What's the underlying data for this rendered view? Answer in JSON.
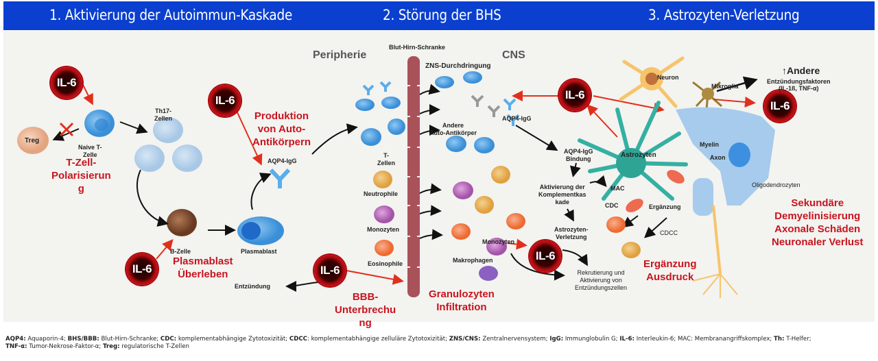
{
  "header": {
    "steps": [
      "1. Aktivierung der Autoimmun-Kaskade",
      "2. Störung der BHS",
      "3. Astrozyten-Verletzung"
    ]
  },
  "regions": {
    "periphery": "Peripherie",
    "cns": "CNS",
    "barrier": "Blut-Hirn-Schranke"
  },
  "il6_label": "IL-6",
  "cells": {
    "treg": "Treg",
    "naive_t": "Naive T-\nZelle",
    "th17": "Th17-\nZellen",
    "b_cell": "B-Zelle",
    "plasmablast": "Plasmablast",
    "aqp4_igg_left": "AQP4-IgG",
    "inflammation": "Entzündung",
    "t_cells": "T-\nZellen",
    "neutrophils": "Neutrophile",
    "monocytes_left": "Monozyten",
    "eosinophils": "Eosinophile",
    "cns_penetration": "ZNS-Durchdringung",
    "other_autoantibodies": "Andere\nAuto-Antikörper",
    "aqp4_igg_right": "AQP4-IgG",
    "monocytes_right": "Monozyten",
    "macrophages": "Makrophagen",
    "aqp4_binding": "AQP4-IgG\nBindung",
    "complement_activation": "Aktivierung der\nKomplementkas\nkade",
    "astrocyte_injury": "Astrozyten-\nVerletzung",
    "recruitment": "Rekrutierung und\nAktivierung von\nEntzündungszellen",
    "astrocytes": "Astrozyten",
    "mac": "MAC",
    "cdc": "CDC",
    "complement": "Ergänzung",
    "cdcc": "CDCC",
    "neuron": "Neuron",
    "microglia": "Mikroglia",
    "other_factors_title": "↑Andere",
    "other_factors_sub": "Entzündungsfaktoren\n(IL-1ß, TNF-α)",
    "myelin": "Myelin",
    "axon": "Axon",
    "oligodendrocytes": "Oligodendrozyten"
  },
  "red_captions": {
    "t_cell_polarization": "T-Zell-\nPolarisierun\ng",
    "plasmablast_survival": "Plasmablast\nÜberleben",
    "autoantibody_production": "Produktion\nvon Auto-\nAntikörpern",
    "bbb_disruption": "BBB-\nUnterbrechu\nng",
    "granulocyte_infiltration": "Granulozyten\nInfiltration",
    "complement_expression": "Ergänzung\nAusdruck",
    "secondary_damage": "Sekundäre\nDemyelinisierung\nAxonale Schäden\nNeuronaler Verlust"
  },
  "legend": [
    {
      "abbr": "AQP4:",
      "text": " Aquaporin-4; "
    },
    {
      "abbr": "BHS/BBB:",
      "text": " Blut-Hirn-Schranke; "
    },
    {
      "abbr": "CDC:",
      "text": " komplementabhängige Zytotoxizität; "
    },
    {
      "abbr": "CDCC",
      "text": ": komplementabhängige zelluläre Zytotoxizität; "
    },
    {
      "abbr": "ZNS/CNS:",
      "text": " Zentralnervensystem; "
    },
    {
      "abbr": "IgG:",
      "text": " Immunglobulin G; "
    },
    {
      "abbr": "IL-6:",
      "text": " Interleukin-6; "
    },
    {
      "abbr": "",
      "text": "MAC: Membranangriffskomplex; "
    },
    {
      "abbr": "Th:",
      "text": " T-Helfer; "
    },
    {
      "abbr": "TNF-α:",
      "text": " Tumor-Nekrose-Faktor-α; "
    },
    {
      "abbr": "Treg:",
      "text": " regulatorische T-Zellen"
    }
  ],
  "colors": {
    "header_bg": "#0a3fcf",
    "accent_red": "#c8141e",
    "barrier": "#a9525a",
    "panel_bg": "#f3f3f0"
  }
}
